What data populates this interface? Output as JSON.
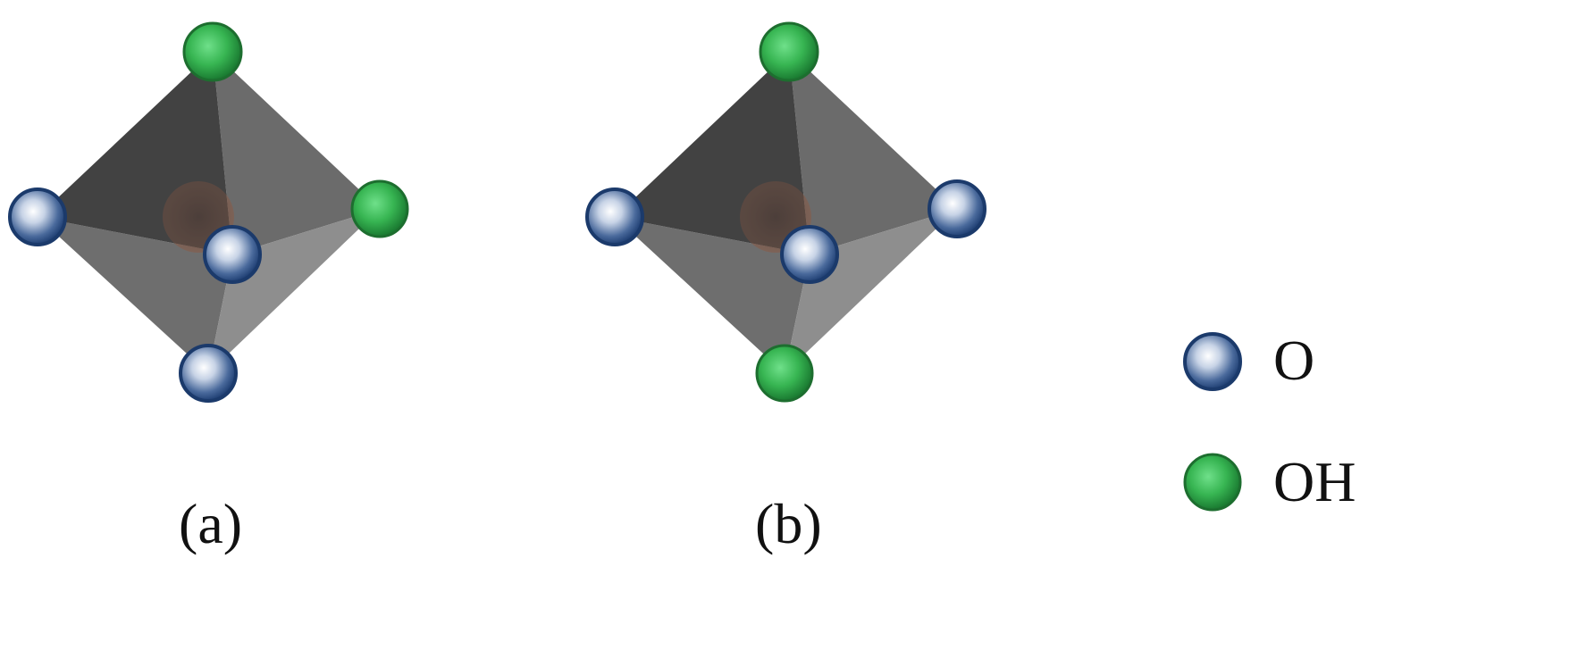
{
  "panels": [
    {
      "label": "(a)",
      "atoms": {
        "top": "OH",
        "left": "O",
        "right": "OH",
        "bottom": "O",
        "front": "O"
      }
    },
    {
      "label": "(b)",
      "atoms": {
        "top": "OH",
        "left": "O",
        "right": "O",
        "bottom": "OH",
        "front": "O"
      }
    }
  ],
  "legend": [
    {
      "species": "O",
      "label": "O",
      "color": "#1f3f73"
    },
    {
      "species": "OH",
      "label": "OH",
      "color": "#1f9a3a"
    }
  ],
  "colors": {
    "octahedron_dark": "#4a4a4a",
    "octahedron_mid": "#6e6e6e",
    "octahedron_light": "#8c8c8c",
    "central_atom": "#7a4a3a"
  }
}
